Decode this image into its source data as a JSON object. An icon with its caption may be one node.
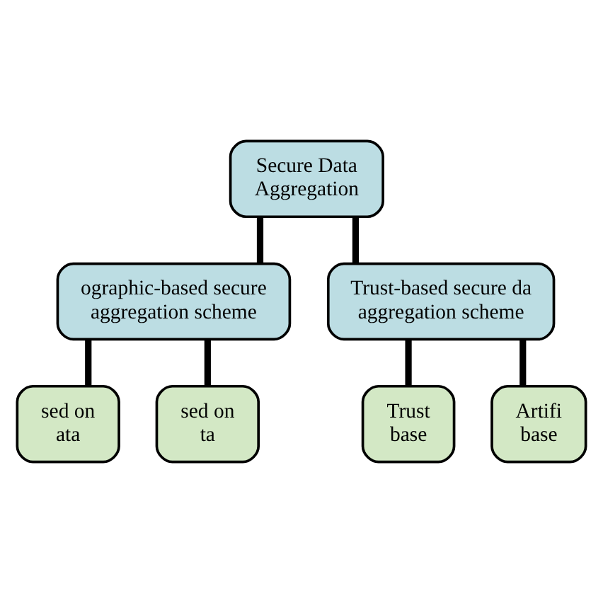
{
  "diagram": {
    "nodes": [
      {
        "text": [
          "Secure Data Aggregation"
        ]
      },
      {
        "text": [
          "ographic-based secure aggregation scheme"
        ]
      },
      {
        "text": [
          "Trust-based secure da aggregation scheme"
        ]
      },
      {
        "text": [
          "sed on ata"
        ]
      },
      {
        "text": [
          "sed on ta"
        ]
      },
      {
        "text": [
          "Trust base"
        ]
      },
      {
        "text": [
          "Artifi base"
        ]
      }
    ],
    "edges": [
      {
        "from": 0,
        "to": 1,
        "arrow": "none"
      },
      {
        "from": 0,
        "to": 2,
        "arrow": "none"
      },
      {
        "from": 1,
        "to": 3,
        "arrow": "none"
      },
      {
        "from": 1,
        "to": 4,
        "arrow": "none"
      },
      {
        "from": 2,
        "to": 5,
        "arrow": "none"
      },
      {
        "from": 2,
        "to": 6,
        "arrow": "none"
      }
    ]
  }
}
